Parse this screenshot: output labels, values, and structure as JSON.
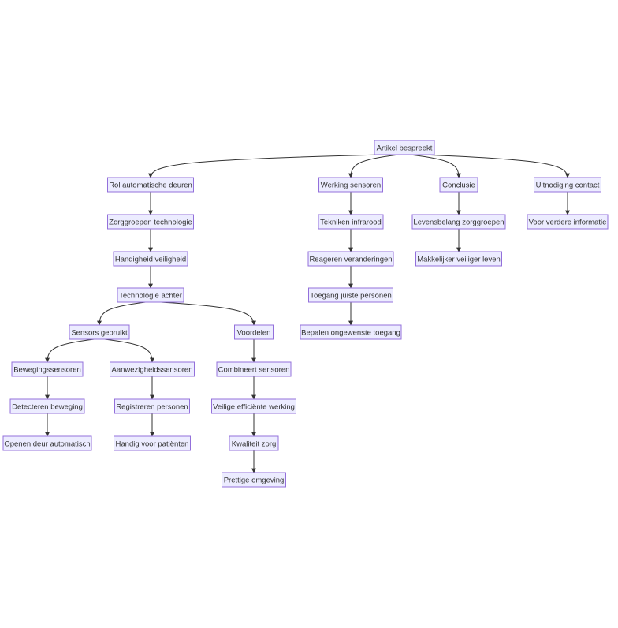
{
  "diagram": {
    "type": "flowchart",
    "colors": {
      "node_fill": "#ececff",
      "node_stroke": "#9370db",
      "edge": "#333333",
      "text": "#333333"
    },
    "nodes": [
      {
        "id": "root",
        "label": "Artikel bespreekt"
      },
      {
        "id": "rol",
        "label": "Rol automatische deuren"
      },
      {
        "id": "zorggroepen",
        "label": "Zorggroepen technologie"
      },
      {
        "id": "handigheid",
        "label": "Handigheid veiligheid"
      },
      {
        "id": "technologie",
        "label": "Technologie achter"
      },
      {
        "id": "sensors",
        "label": "Sensors gebruikt"
      },
      {
        "id": "voordelen",
        "label": "Voordelen"
      },
      {
        "id": "beweging",
        "label": "Bewegingssensoren"
      },
      {
        "id": "aanwezig",
        "label": "Aanwezigheidssensoren"
      },
      {
        "id": "detecteren",
        "label": "Detecteren beweging"
      },
      {
        "id": "registreren",
        "label": "Registreren personen"
      },
      {
        "id": "openen",
        "label": "Openen deur automatisch"
      },
      {
        "id": "handig",
        "label": "Handig voor patiënten"
      },
      {
        "id": "combineert",
        "label": "Combineert sensoren"
      },
      {
        "id": "veilige",
        "label": "Veilige efficiënte werking"
      },
      {
        "id": "kwaliteit",
        "label": "Kwaliteit zorg"
      },
      {
        "id": "prettige",
        "label": "Prettige omgeving"
      },
      {
        "id": "werking",
        "label": "Werking sensoren"
      },
      {
        "id": "tekniken",
        "label": "Tekniken infrarood"
      },
      {
        "id": "reageren",
        "label": "Reageren veranderingen"
      },
      {
        "id": "toegang",
        "label": "Toegang juiste personen"
      },
      {
        "id": "bepalen",
        "label": "Bepalen ongewenste toegang"
      },
      {
        "id": "conclusie",
        "label": "Conclusie"
      },
      {
        "id": "levensbelang",
        "label": "Levensbelang zorggroepen"
      },
      {
        "id": "makkelijker",
        "label": "Makkelijker veiliger leven"
      },
      {
        "id": "uitnodiging",
        "label": "Uitnodiging contact"
      },
      {
        "id": "voorverdere",
        "label": "Voor verdere informatie"
      }
    ],
    "edges": [
      [
        "root",
        "rol"
      ],
      [
        "root",
        "werking"
      ],
      [
        "root",
        "conclusie"
      ],
      [
        "root",
        "uitnodiging"
      ],
      [
        "rol",
        "zorggroepen"
      ],
      [
        "zorggroepen",
        "handigheid"
      ],
      [
        "handigheid",
        "technologie"
      ],
      [
        "technologie",
        "sensors"
      ],
      [
        "technologie",
        "voordelen"
      ],
      [
        "sensors",
        "beweging"
      ],
      [
        "sensors",
        "aanwezig"
      ],
      [
        "beweging",
        "detecteren"
      ],
      [
        "detecteren",
        "openen"
      ],
      [
        "aanwezig",
        "registreren"
      ],
      [
        "registreren",
        "handig"
      ],
      [
        "voordelen",
        "combineert"
      ],
      [
        "combineert",
        "veilige"
      ],
      [
        "veilige",
        "kwaliteit"
      ],
      [
        "kwaliteit",
        "prettige"
      ],
      [
        "werking",
        "tekniken"
      ],
      [
        "tekniken",
        "reageren"
      ],
      [
        "reageren",
        "toegang"
      ],
      [
        "toegang",
        "bepalen"
      ],
      [
        "conclusie",
        "levensbelang"
      ],
      [
        "levensbelang",
        "makkelijker"
      ],
      [
        "uitnodiging",
        "voorverdere"
      ]
    ]
  }
}
